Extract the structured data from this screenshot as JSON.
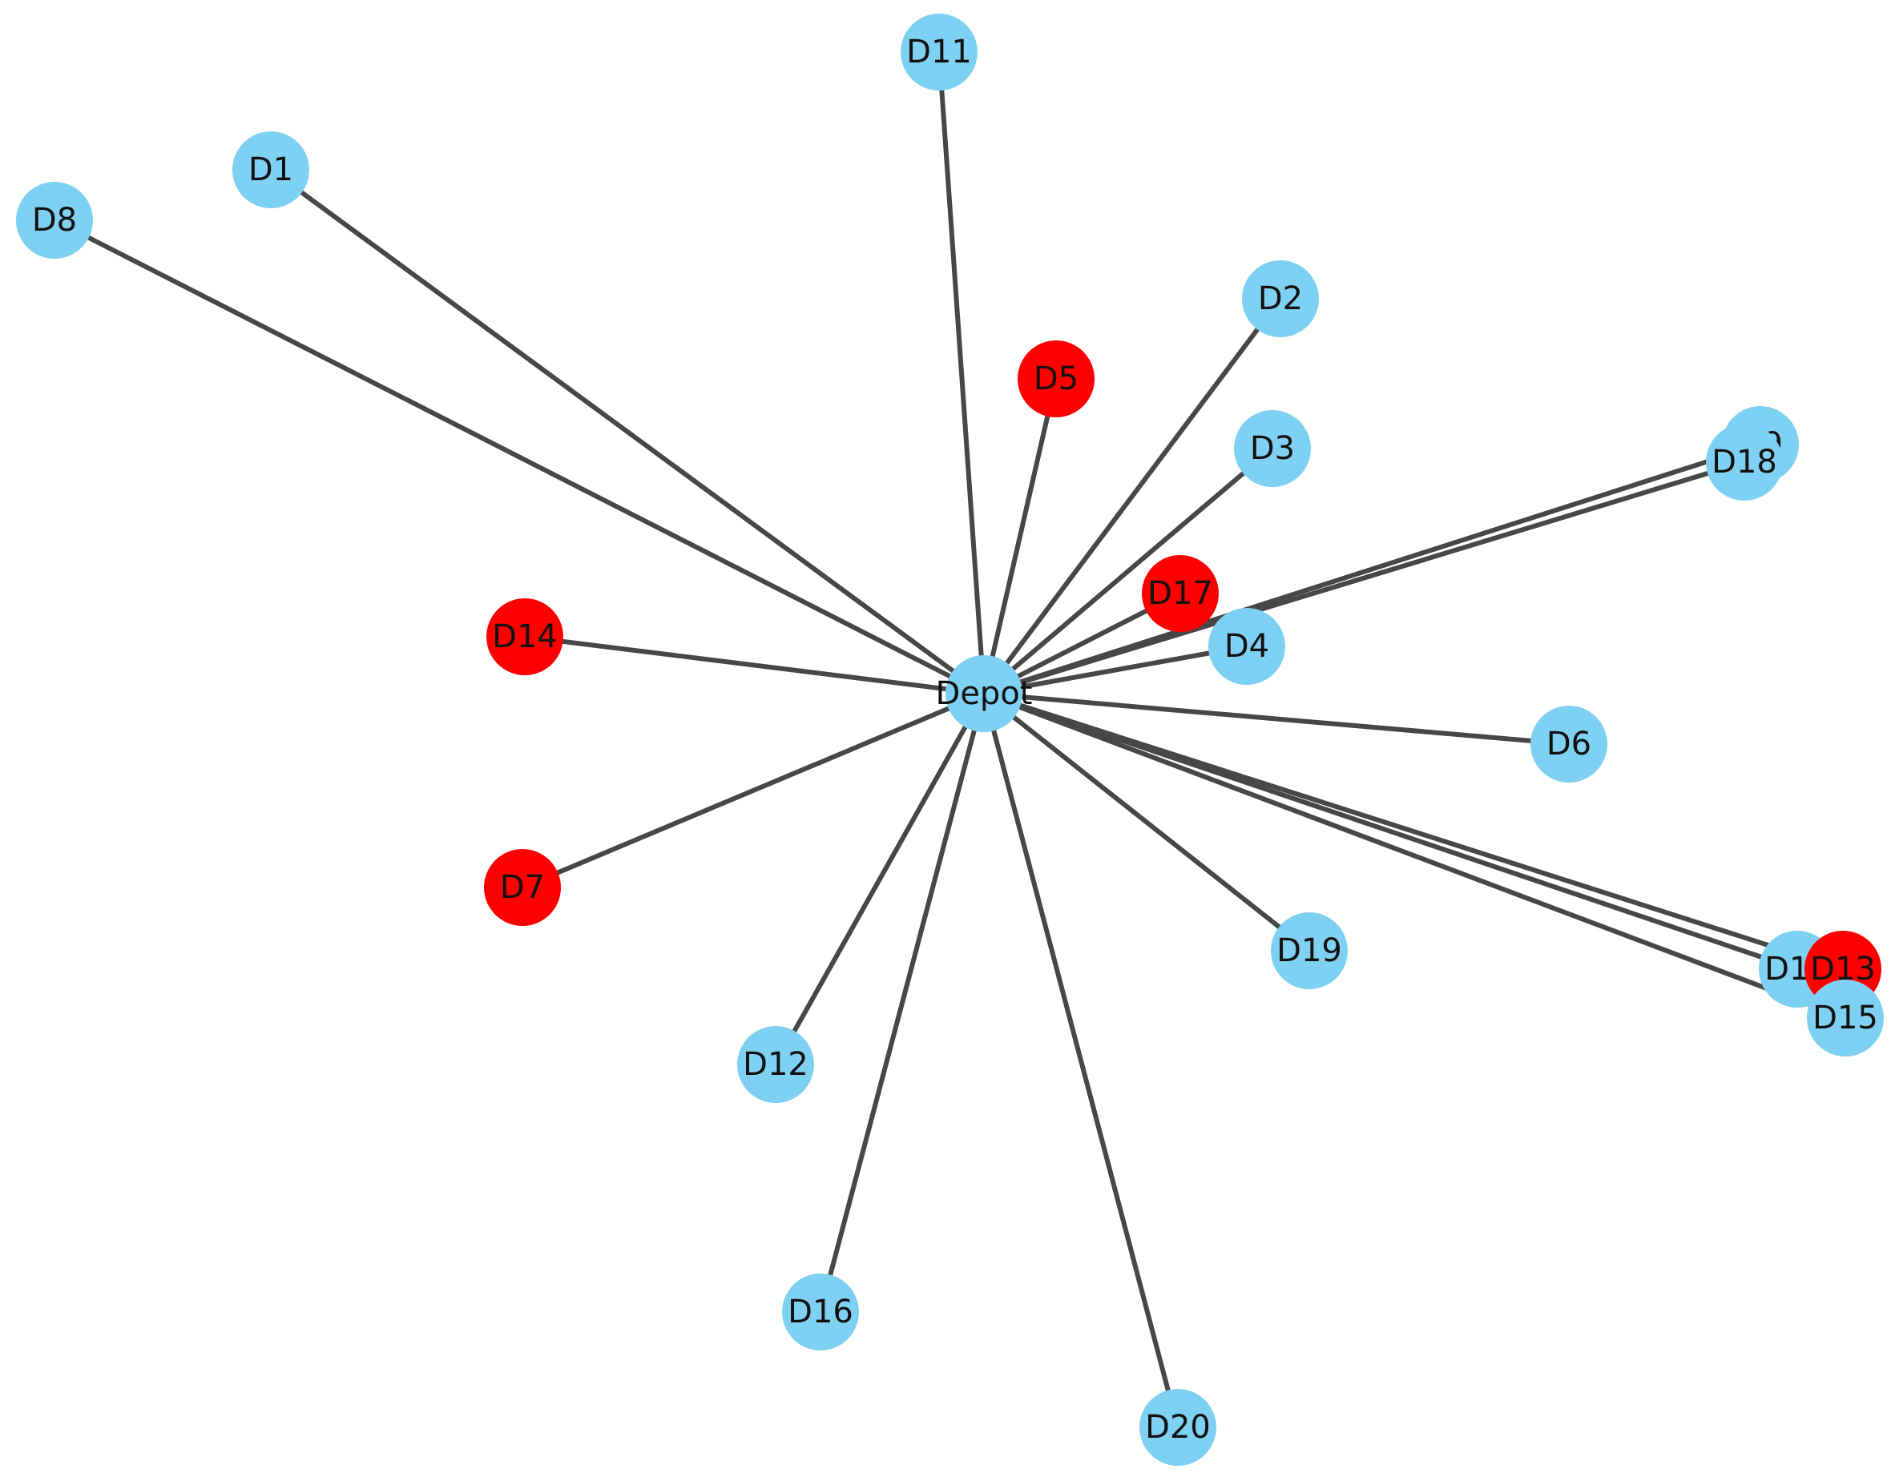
{
  "colors": {
    "default_node": "#7fd1f3",
    "highlight_node": "#ff0000",
    "edge": "#474747"
  },
  "nodes": [
    {
      "id": "D11",
      "label": "D11",
      "color": "default"
    },
    {
      "id": "D1",
      "label": "D1",
      "color": "default"
    },
    {
      "id": "D8",
      "label": "D8",
      "color": "default"
    },
    {
      "id": "D2",
      "label": "D2",
      "color": "default"
    },
    {
      "id": "D5",
      "label": "D5",
      "color": "highlight"
    },
    {
      "id": "D3",
      "label": "D3",
      "color": "default"
    },
    {
      "id": "D9",
      "label": "D9",
      "color": "default"
    },
    {
      "id": "D18",
      "label": "D18",
      "color": "default"
    },
    {
      "id": "D17",
      "label": "D17",
      "color": "highlight"
    },
    {
      "id": "D14",
      "label": "D14",
      "color": "highlight"
    },
    {
      "id": "D4",
      "label": "D4",
      "color": "default"
    },
    {
      "id": "D6",
      "label": "D6",
      "color": "default"
    },
    {
      "id": "D7",
      "label": "D7",
      "color": "highlight"
    },
    {
      "id": "D19",
      "label": "D19",
      "color": "default"
    },
    {
      "id": "D10",
      "label": "D10",
      "color": "default"
    },
    {
      "id": "D13",
      "label": "D13",
      "color": "highlight"
    },
    {
      "id": "D15",
      "label": "D15",
      "color": "default"
    },
    {
      "id": "D12",
      "label": "D12",
      "color": "default"
    },
    {
      "id": "D16",
      "label": "D16",
      "color": "default"
    },
    {
      "id": "D20",
      "label": "D20",
      "color": "default"
    },
    {
      "id": "Depot",
      "label": "Depot",
      "color": "default"
    }
  ],
  "edges": [
    {
      "from": "Depot",
      "to": "D11"
    },
    {
      "from": "Depot",
      "to": "D1"
    },
    {
      "from": "Depot",
      "to": "D8"
    },
    {
      "from": "Depot",
      "to": "D2"
    },
    {
      "from": "Depot",
      "to": "D5"
    },
    {
      "from": "Depot",
      "to": "D3"
    },
    {
      "from": "Depot",
      "to": "D9"
    },
    {
      "from": "Depot",
      "to": "D18"
    },
    {
      "from": "Depot",
      "to": "D17"
    },
    {
      "from": "Depot",
      "to": "D14"
    },
    {
      "from": "Depot",
      "to": "D4"
    },
    {
      "from": "Depot",
      "to": "D6"
    },
    {
      "from": "Depot",
      "to": "D7"
    },
    {
      "from": "Depot",
      "to": "D19"
    },
    {
      "from": "Depot",
      "to": "D10"
    },
    {
      "from": "Depot",
      "to": "D13"
    },
    {
      "from": "Depot",
      "to": "D15"
    },
    {
      "from": "Depot",
      "to": "D12"
    },
    {
      "from": "Depot",
      "to": "D16"
    },
    {
      "from": "Depot",
      "to": "D20"
    }
  ]
}
